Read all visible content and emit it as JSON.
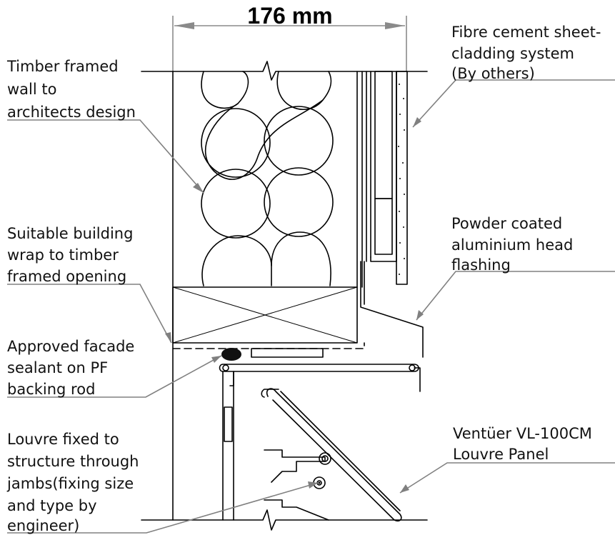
{
  "dimension": {
    "value": "176 mm"
  },
  "labels": {
    "timber_wall": [
      "Timber framed",
      "wall to",
      "architects design"
    ],
    "building_wrap": [
      "Suitable building",
      "wrap to timber",
      "framed opening"
    ],
    "facade_sealant": [
      "Approved facade",
      "sealant on PF",
      "backing rod"
    ],
    "louvre_fixing": [
      "Louvre fixed to",
      "structure through",
      "jambs(fixing size",
      "and type by",
      "engineer)"
    ],
    "cladding": [
      "Fibre cement sheet-",
      "cladding system",
      "(By others)"
    ],
    "head_flashing": [
      "Powder coated",
      "aluminium head",
      "flashing"
    ],
    "louvre_panel": [
      "Ventüer VL-100CM",
      "Louvre Panel"
    ]
  }
}
